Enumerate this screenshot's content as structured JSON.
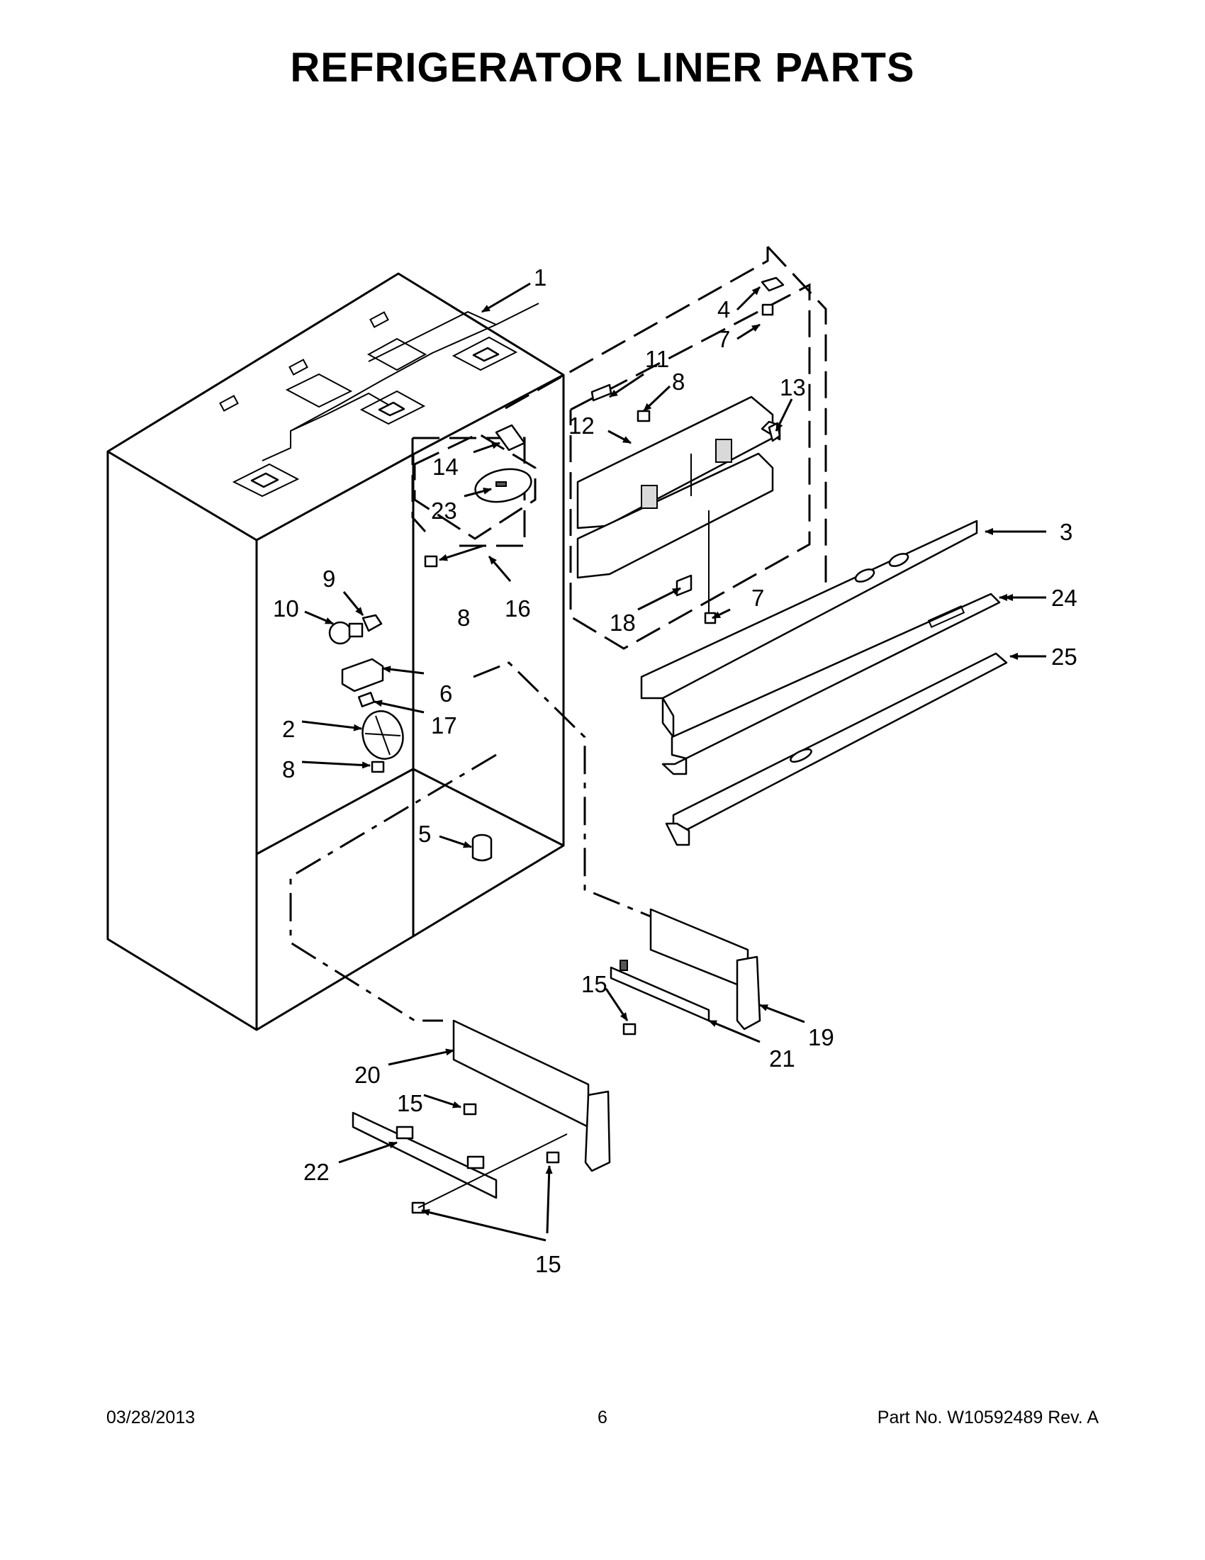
{
  "title": "REFRIGERATOR LINER PARTS",
  "footer": {
    "date": "03/28/2013",
    "page": "6",
    "part_number": "Part No.  W10592489  Rev.  A"
  },
  "callouts": {
    "c1": "1",
    "c2": "2",
    "c3": "3",
    "c4": "4",
    "c5": "5",
    "c6": "6",
    "c7a": "7",
    "c7b": "7",
    "c8a": "8",
    "c8b": "8",
    "c8c": "8",
    "c9": "9",
    "c10": "10",
    "c11": "11",
    "c12": "12",
    "c13": "13",
    "c14": "14",
    "c15a": "15",
    "c15b": "15",
    "c15c": "15",
    "c16": "16",
    "c17": "17",
    "c18": "18",
    "c19": "19",
    "c20": "20",
    "c21": "21",
    "c22": "22",
    "c23": "23",
    "c24": "24",
    "c25": "25"
  }
}
